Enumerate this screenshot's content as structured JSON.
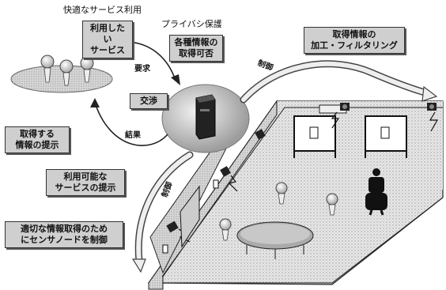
{
  "labels": {
    "comfort_service": "快適なサービス利用",
    "privacy": "プライバシ保護",
    "request": "要求",
    "result": "結果",
    "control_top": "制御",
    "control_left": "制御"
  },
  "boxes": {
    "wanted_service": [
      "利用したい",
      "サービス"
    ],
    "info_permission": [
      "各種情報の",
      "取得可否"
    ],
    "negotiation": [
      "交渉"
    ],
    "acquired_info_filter": [
      "取得情報の",
      "加工・フィルタリング"
    ],
    "present_info": [
      "取得する",
      "情報の提示"
    ],
    "present_services": [
      "利用可能な",
      "サービスの提示"
    ],
    "control_sensor_nodes": [
      "適切な情報取得のため",
      "にセンサノードを制御"
    ]
  }
}
